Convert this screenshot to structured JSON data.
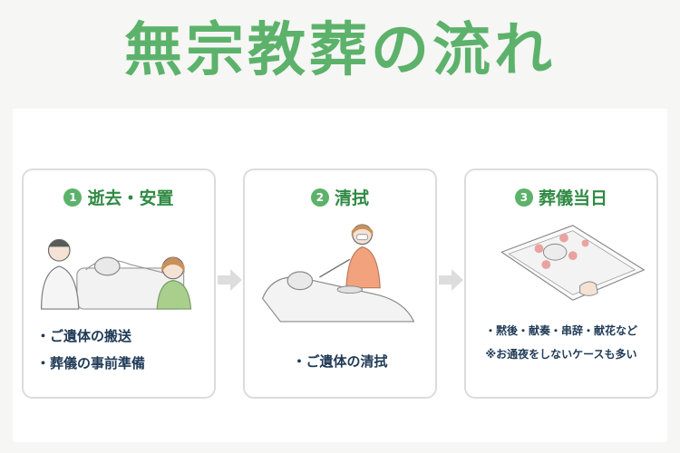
{
  "title": "無宗教葬の流れ",
  "steps": [
    {
      "number": "1",
      "label": "逝去・安置",
      "bullets": [
        "ご遺体の搬送",
        "葬儀の事前準備"
      ]
    },
    {
      "number": "2",
      "label": "清拭",
      "bullets": [
        "ご遺体の清拭"
      ]
    },
    {
      "number": "3",
      "label": "葬儀当日",
      "bullets": [
        "黙後・献奏・串辞・献花など"
      ],
      "note": "※お通夜をしないケースも多い"
    }
  ],
  "colors": {
    "accent_green": "#5cb26a",
    "heading_green": "#2f8a43",
    "text_navy": "#1f3a56",
    "card_border": "#dcdcdc",
    "arrow_gray": "#dddddd"
  },
  "icons": [
    "arrow-right-icon",
    "arrow-right-icon"
  ]
}
